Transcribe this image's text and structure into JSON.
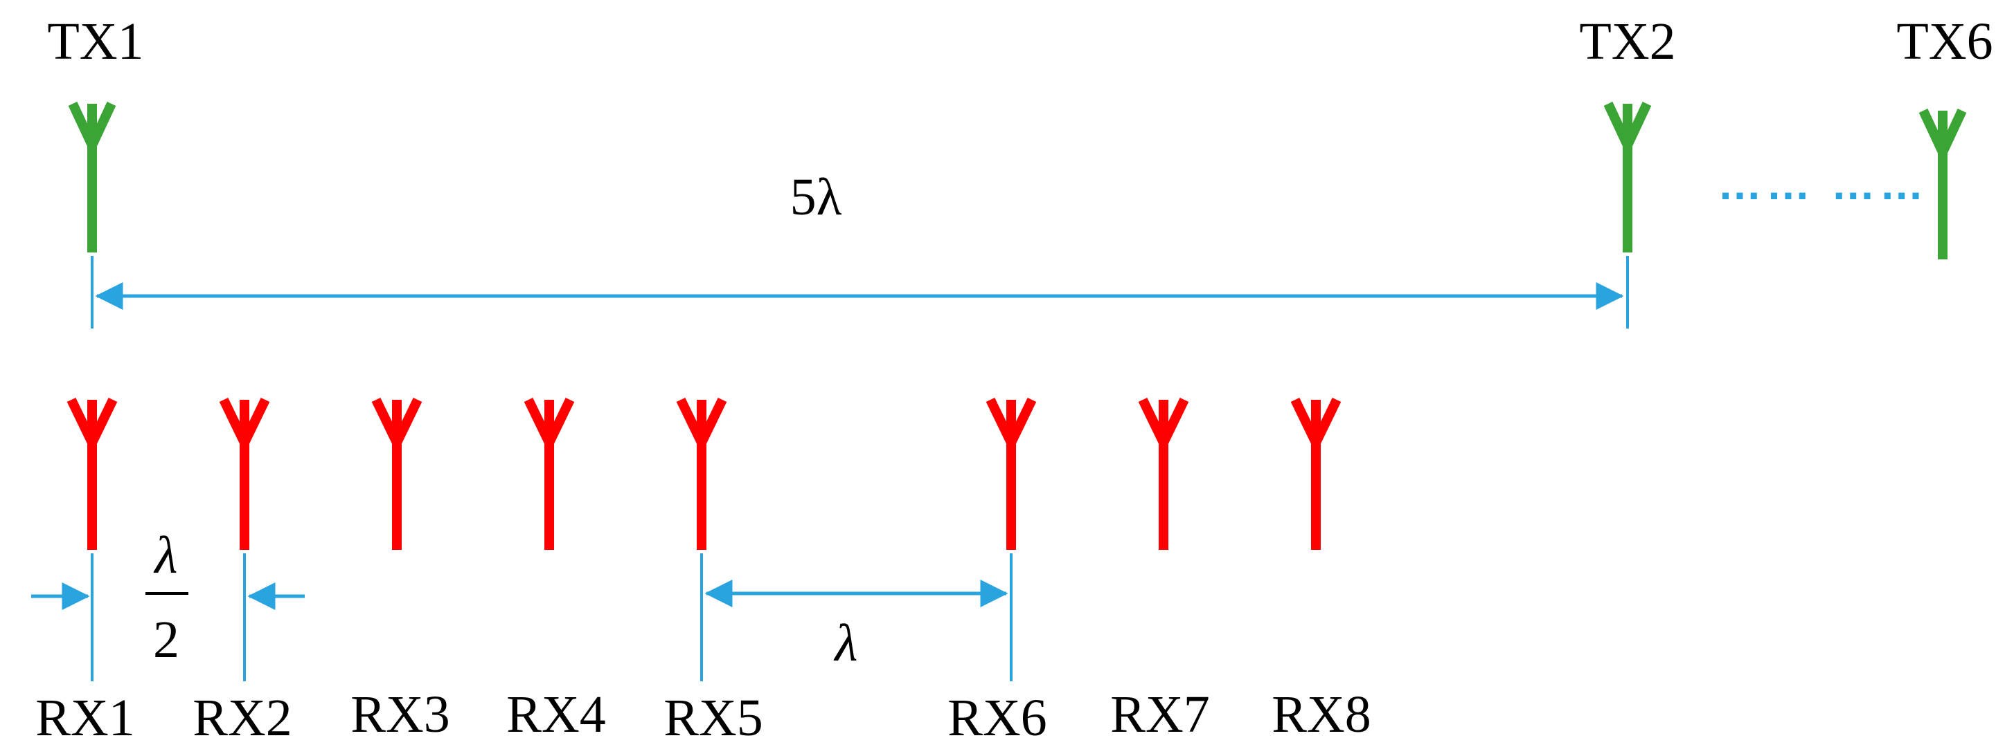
{
  "colors": {
    "tx": "#3aa535",
    "rx": "#ff0000",
    "dimension": "#2aa4df",
    "text": "#000000"
  },
  "icon_names": {
    "antenna": "antenna-icon",
    "arrow": "arrowhead-icon"
  },
  "tx": {
    "labels": [
      "TX1",
      "TX2",
      "TX6"
    ],
    "ellipsis": "…… ……"
  },
  "rx": {
    "labels": [
      "RX1",
      "RX2",
      "RX3",
      "RX4",
      "RX5",
      "RX6",
      "RX7",
      "RX8"
    ]
  },
  "dimensions": {
    "tx_spacing": "5λ",
    "rx_half_numerator": "λ",
    "rx_half_denominator": "2",
    "rx_gap": "λ"
  }
}
